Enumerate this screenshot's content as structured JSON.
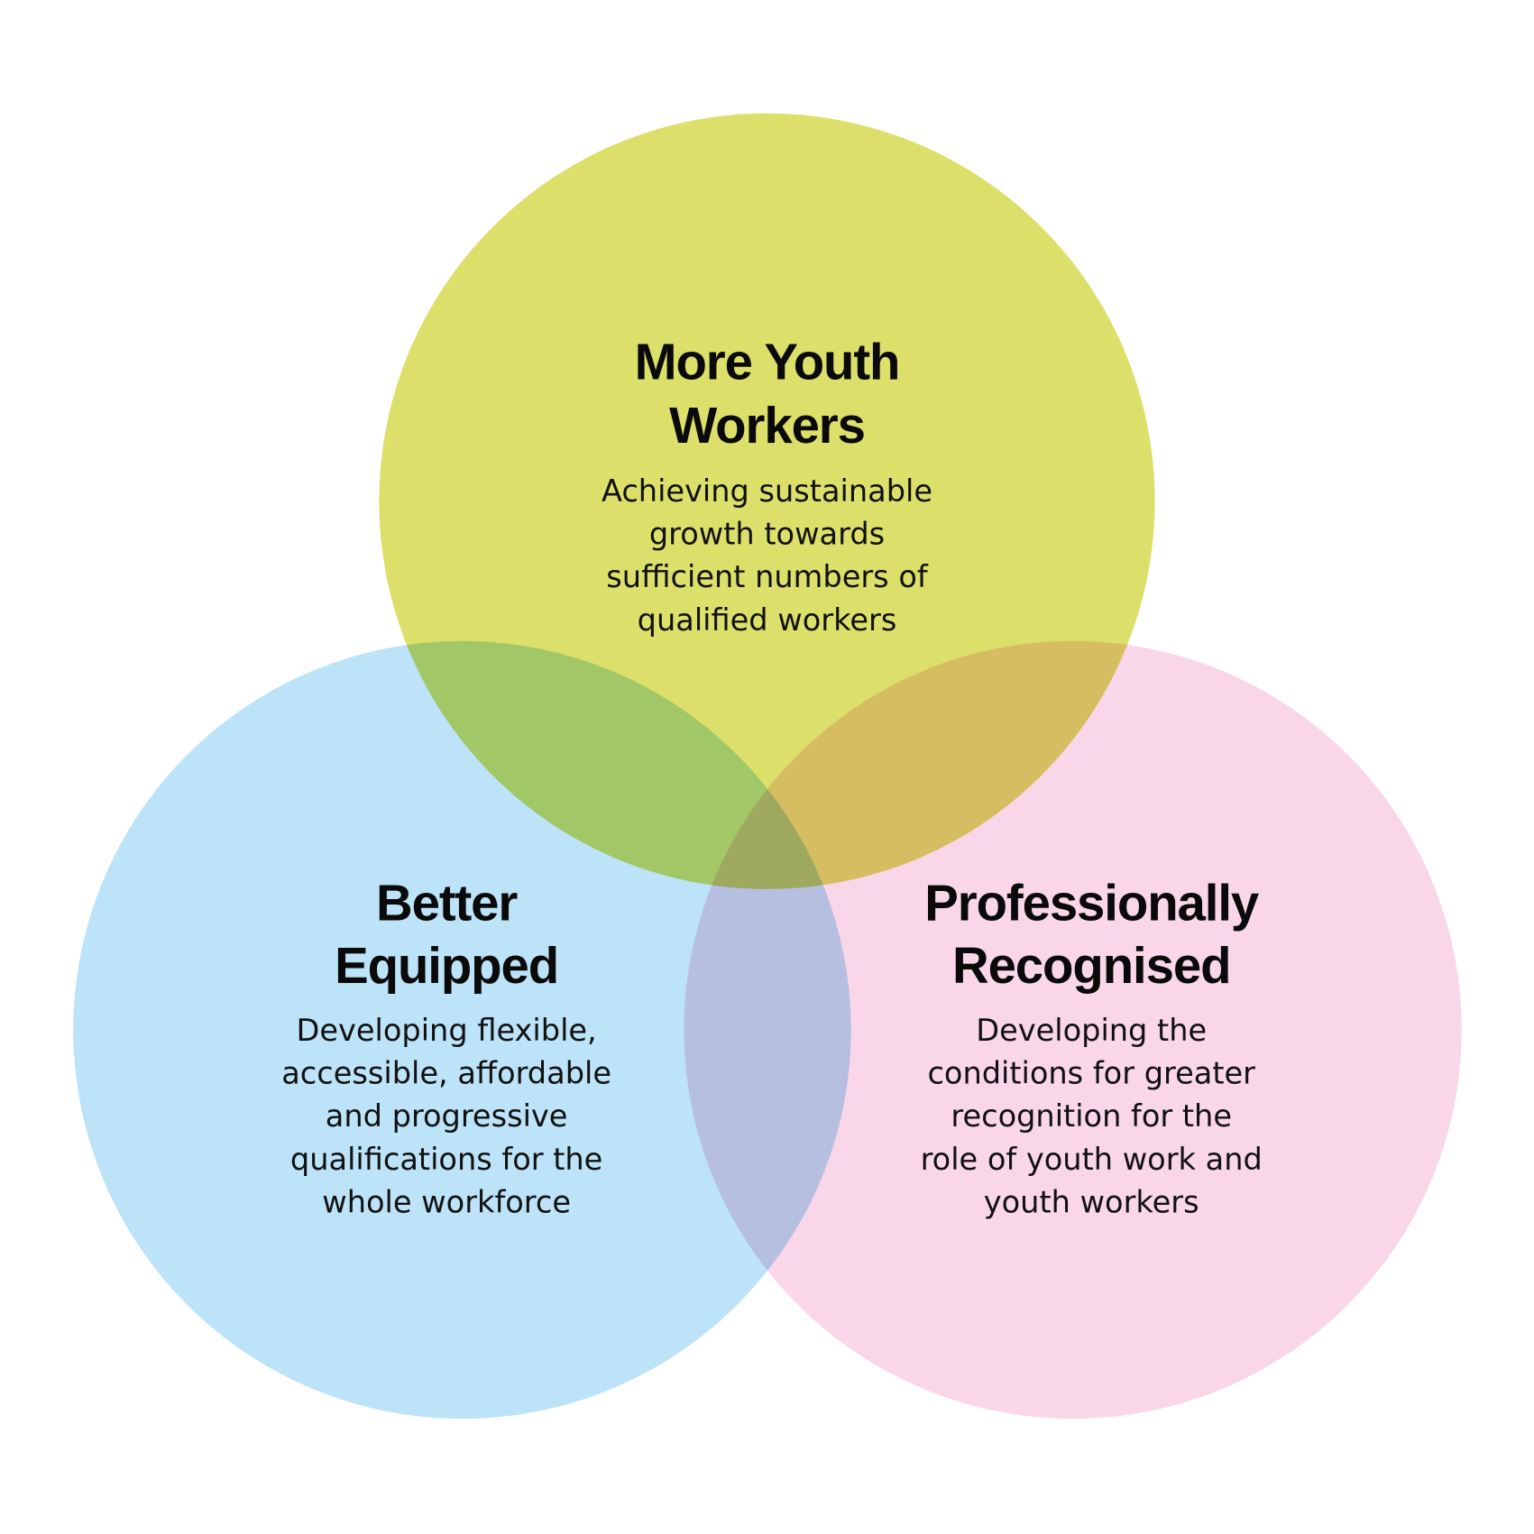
{
  "colors": {
    "top": "#dce06a",
    "left": "#bce3f8",
    "right": "#f9d7e8",
    "text": "#0a0a0a",
    "background": "#ffffff"
  },
  "sets": [
    {
      "id": "top",
      "title_lines": [
        "More Youth",
        "Workers"
      ],
      "description_lines": [
        "Achieving sustainable",
        "growth towards",
        "sufficient numbers of",
        "qualified workers"
      ]
    },
    {
      "id": "left",
      "title_lines": [
        "Better",
        "Equipped"
      ],
      "description_lines": [
        "Developing flexible,",
        "accessible, affordable",
        "and progressive",
        "qualifications for the",
        "whole workforce"
      ]
    },
    {
      "id": "right",
      "title_lines": [
        "Professionally",
        "Recognised"
      ],
      "description_lines": [
        "Developing the",
        "conditions for greater",
        "recognition for the",
        "role of youth work and",
        "youth workers"
      ]
    }
  ]
}
